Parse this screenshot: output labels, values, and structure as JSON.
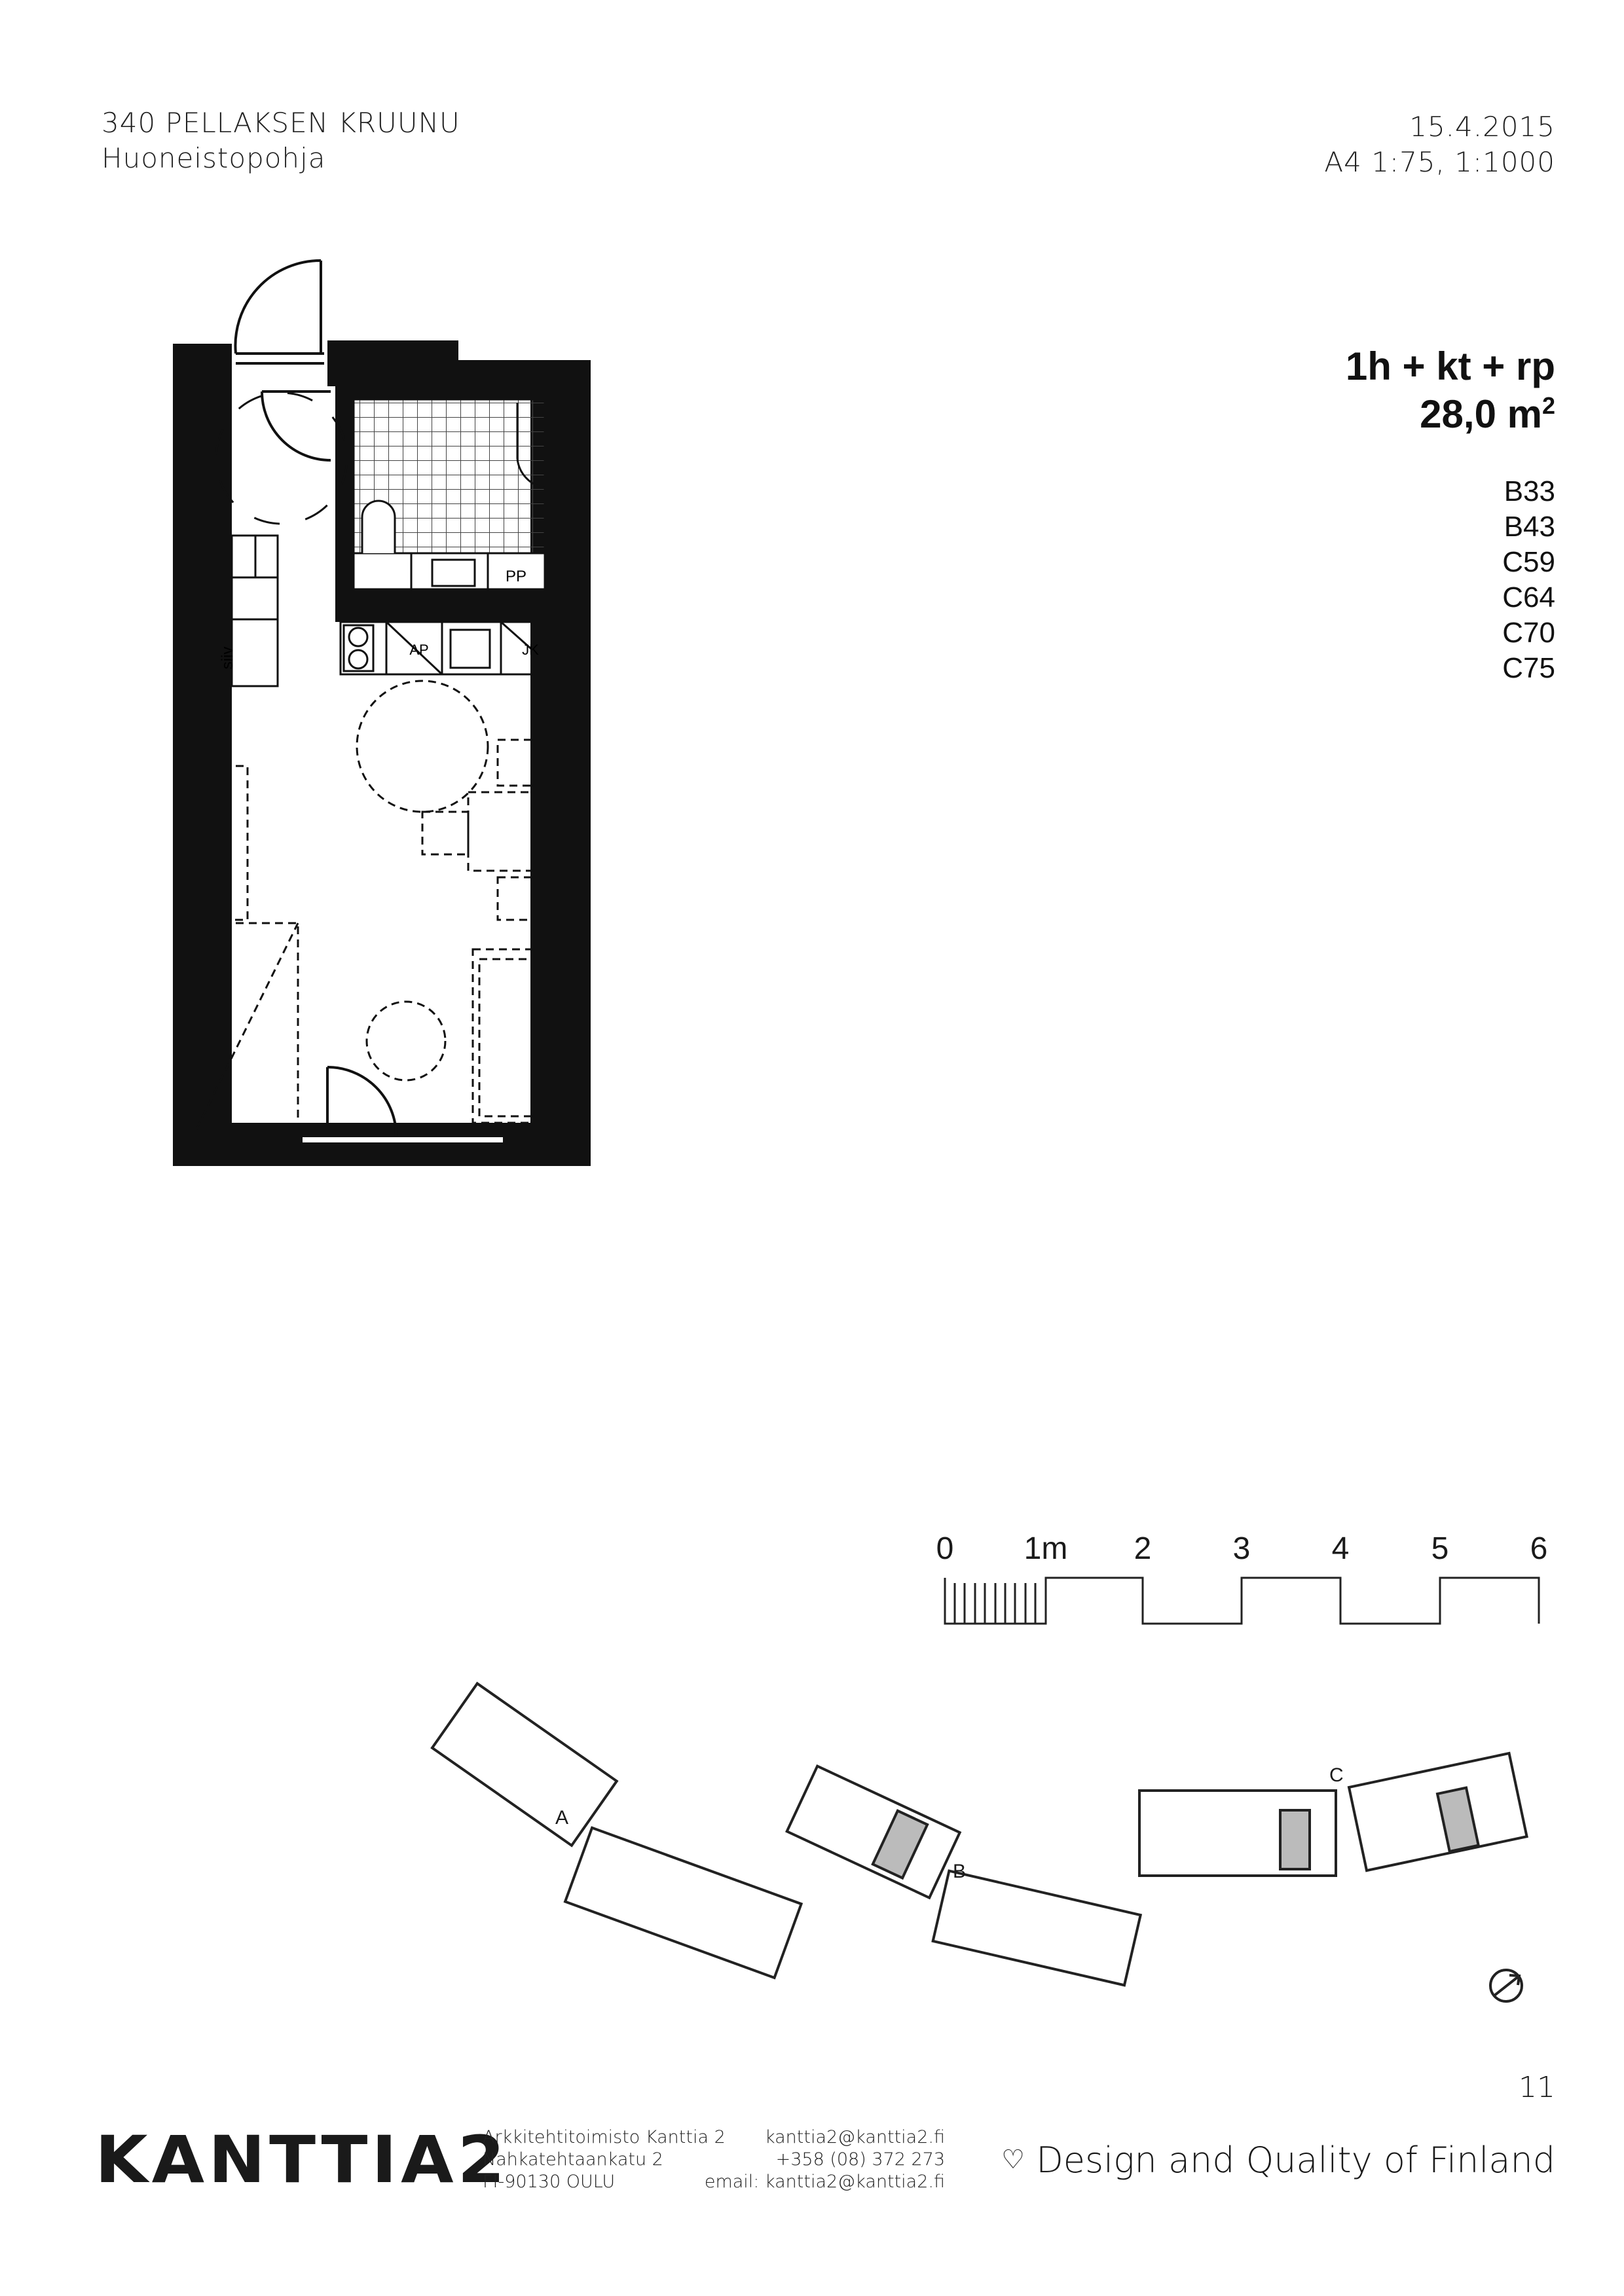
{
  "header": {
    "project": "340 PELLAKSEN KRUUNU",
    "subtitle": "Huoneistopohja",
    "date": "15.4.2015",
    "scale": "A4 1:75, 1:1000"
  },
  "apartment": {
    "type": "1h + kt + rp",
    "area": "28,0 m",
    "area_sup": "2",
    "units": [
      "B33",
      "B43",
      "C59",
      "C64",
      "C70",
      "C75"
    ]
  },
  "floorplan_labels": {
    "storage": "siiv",
    "washer": "PP",
    "dishwasher": "AP",
    "fridge": "JK"
  },
  "scale_bar": {
    "labels": [
      "0",
      "1m",
      "2",
      "3",
      "4",
      "5",
      "6"
    ]
  },
  "site_plan": {
    "buildings": [
      "A",
      "B",
      "C"
    ]
  },
  "footer": {
    "page_number": "11",
    "logo_text": "KANTTIA2",
    "office": "Arkkitehtitoimisto Kanttia 2",
    "street": "Nahkatehtaankatu 2",
    "city": "FI-90130 OULU",
    "web": "kanttia2@kanttia2.fi",
    "phone": "+358 (08) 372 273",
    "email": "email: kanttia2@kanttia2.fi",
    "tagline": "Design and Quality of Finland"
  }
}
